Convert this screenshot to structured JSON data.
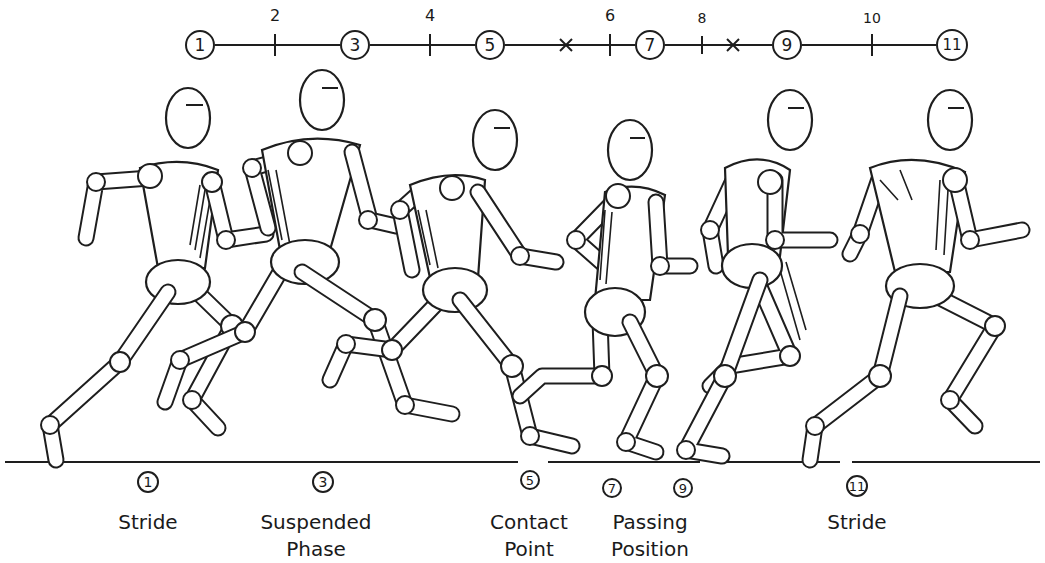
{
  "diagram": {
    "nodes": [
      {
        "text": [
          "1"
        ]
      },
      {
        "text": [
          "3"
        ]
      },
      {
        "text": [
          "5"
        ]
      },
      {
        "text": [
          "7"
        ]
      },
      {
        "text": [
          "9"
        ]
      },
      {
        "text": [
          "11"
        ]
      },
      {
        "text": [
          "1"
        ]
      },
      {
        "text": [
          "3"
        ]
      },
      {
        "text": [
          "5"
        ]
      },
      {
        "text": [
          "7"
        ]
      },
      {
        "text": [
          "9"
        ]
      },
      {
        "text": [
          "11"
        ]
      }
    ],
    "edges": [
      {
        "from": 0,
        "to": 1,
        "arrow": "none"
      },
      {
        "from": 1,
        "to": 2,
        "arrow": "none"
      },
      {
        "from": 2,
        "to": 3,
        "arrow": "none"
      },
      {
        "from": 3,
        "to": 4,
        "arrow": "none"
      },
      {
        "from": 4,
        "to": 5,
        "arrow": "none"
      }
    ],
    "labels": [
      "2",
      "4",
      "6",
      "8",
      "10",
      "Stride",
      "Suspended Phase",
      "Contact Point",
      "Passing Position",
      "Stride"
    ]
  }
}
